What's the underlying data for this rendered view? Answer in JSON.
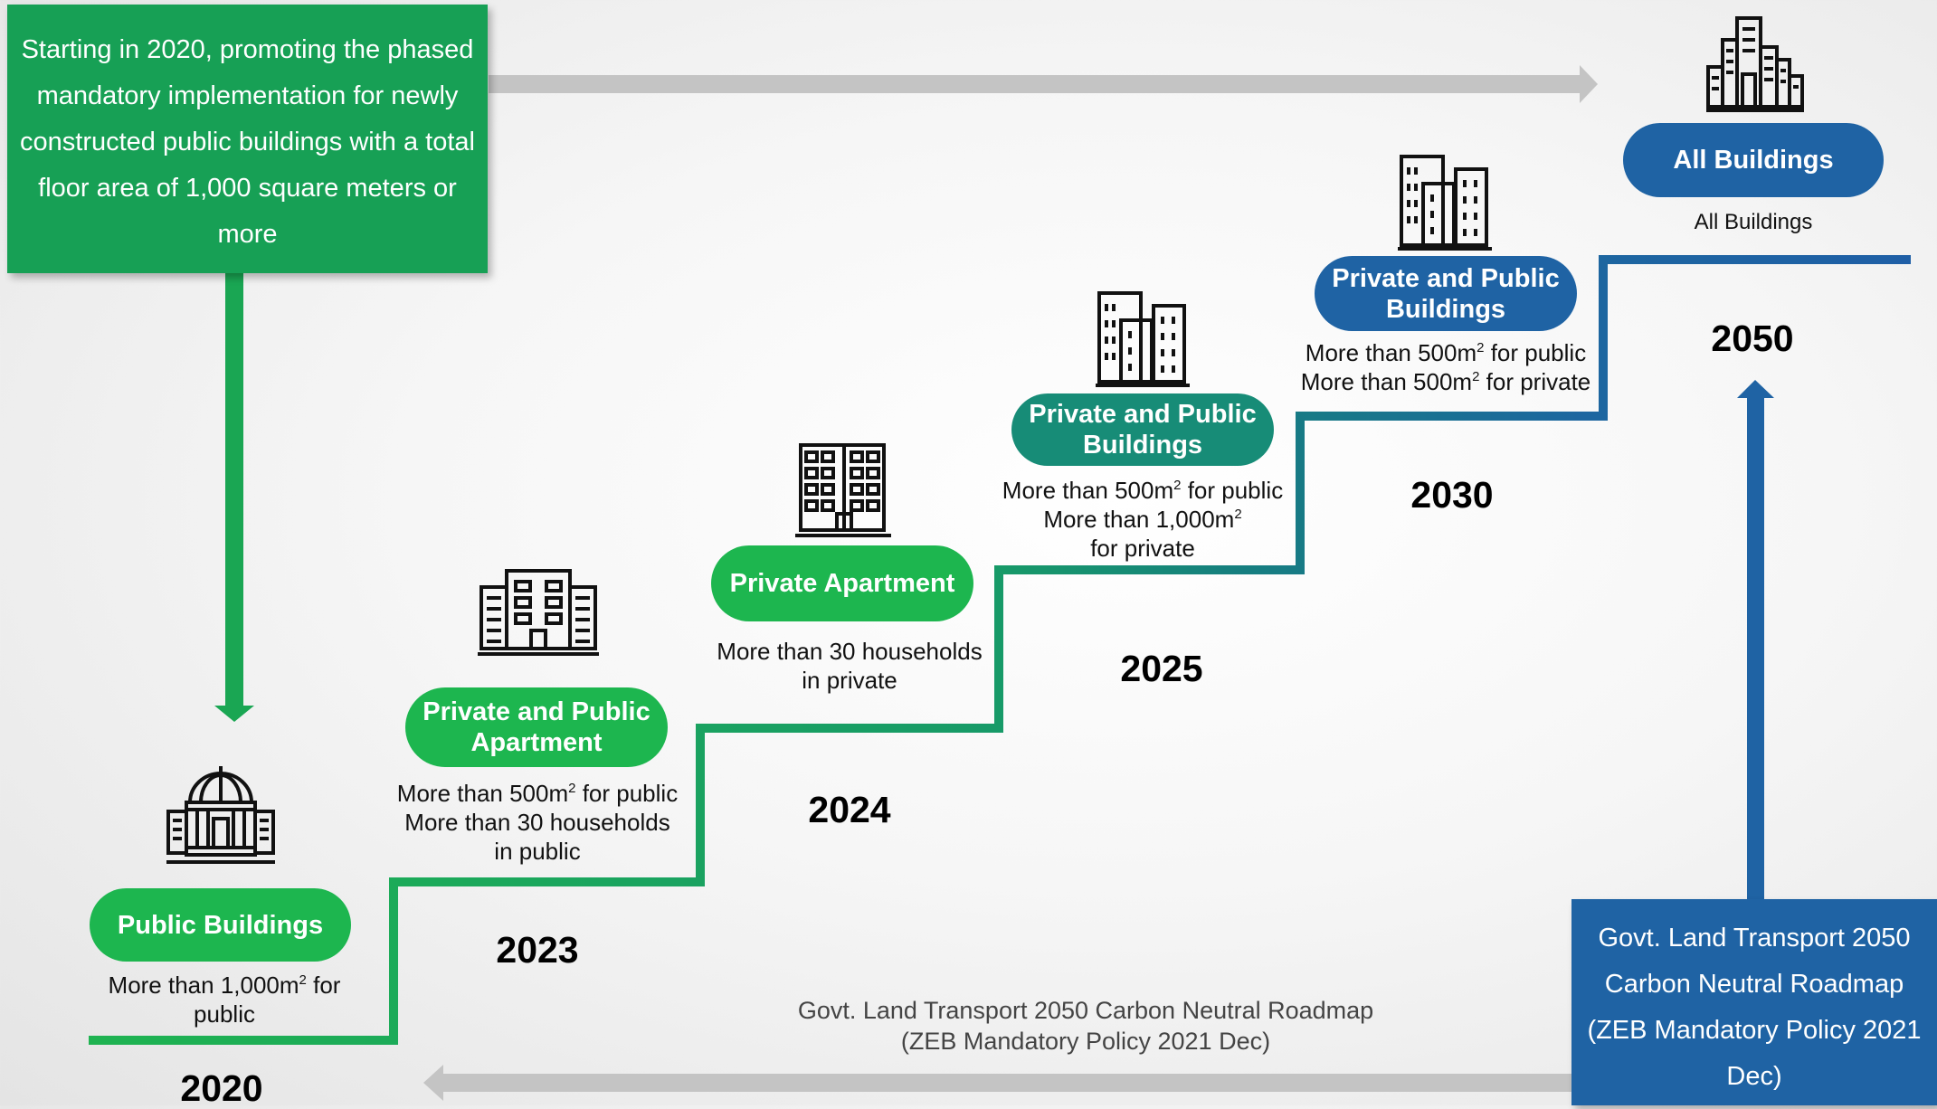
{
  "callouts": {
    "top_left": "Starting in 2020, promoting the phased mandatory implementation for newly constructed public buildings with a total floor area of 1,000 square meters or more",
    "bottom_right": "Govt. Land Transport 2050 Carbon Neutral Roadmap (ZEB Mandatory Policy 2021 Dec)"
  },
  "bottom_caption": {
    "line1": "Govt. Land Transport 2050 Carbon Neutral Roadmap",
    "line2": "(ZEB Mandatory Policy 2021 Dec)"
  },
  "steps": [
    {
      "year": "2020",
      "label": "Public Buildings",
      "desc_line1_pre": "More than 1,000m",
      "desc_sup": "2",
      "desc_line1_post": " for",
      "desc_line2": "public",
      "icon": "government-building-icon"
    },
    {
      "year": "2023",
      "label": "Private and Public Apartment",
      "desc_line1_pre": "More than 500m",
      "desc_sup": "2",
      "desc_line1_post": " for public",
      "desc_line2": "More than 30 households",
      "desc_line3": "in public",
      "icon": "apartment-building-icon"
    },
    {
      "year": "2024",
      "label": "Private Apartment",
      "desc_line1": "More than 30 households",
      "desc_line2": "in private",
      "icon": "apartment-tower-icon"
    },
    {
      "year": "2025",
      "label": "Private and Public Buildings",
      "desc_line1_pre": "More than 500m",
      "desc_sup": "2",
      "desc_line1_post": " for public",
      "desc_line2_pre": "More than 1,000m",
      "desc_sup2": "2",
      "desc_line3": "for private",
      "icon": "office-towers-icon"
    },
    {
      "year": "2030",
      "label": "Private and Public Buildings",
      "desc_line1_pre": "More than 500m",
      "desc_sup": "2",
      "desc_line1_post": " for public",
      "desc_line2_pre": "More than 500m",
      "desc_sup2": "2",
      "desc_line2_post": " for private",
      "icon": "office-towers-icon"
    },
    {
      "year": "2050",
      "label": "All Buildings",
      "desc_line1": "All Buildings",
      "icon": "city-skyline-icon"
    }
  ],
  "colors": {
    "green_callout": "#17a055",
    "pill_green": "#1db64f",
    "pill_teal": "#178c77",
    "blue": "#1f63a4",
    "gray_arrow": "#c4c4c4"
  }
}
